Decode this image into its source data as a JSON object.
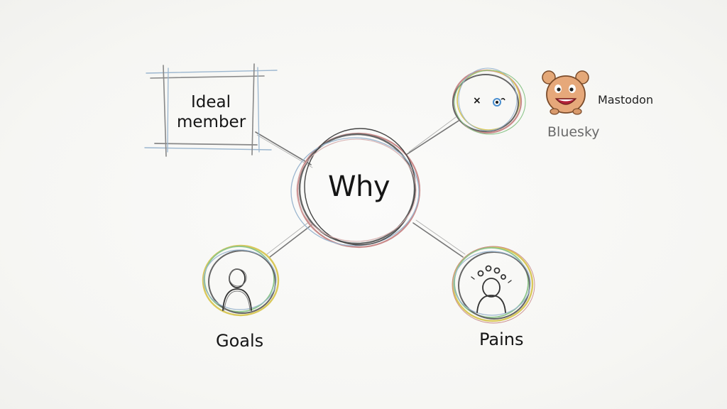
{
  "diagram": {
    "center": {
      "label": "Why"
    },
    "nodes": {
      "ideal_member": {
        "label": "Ideal\nmember"
      },
      "goals": {
        "label": "Goals",
        "icon": "person-icon"
      },
      "pains": {
        "label": "Pains",
        "icon": "stressed-person-icon"
      },
      "social": {
        "x_glyph": "×",
        "icon": "social-logos-icon",
        "mastodon": {
          "label": "Mastodon",
          "icon": "mastodon-mascot-icon"
        },
        "bluesky": {
          "label": "Bluesky"
        }
      }
    },
    "colors": {
      "ink": "#555555",
      "pencil_red": "#c98a8a",
      "pencil_blue": "#9bb6cf",
      "pencil_yellow": "#d9c85a",
      "pencil_green": "#8cc58a",
      "mascot": "#d99a6c"
    }
  }
}
